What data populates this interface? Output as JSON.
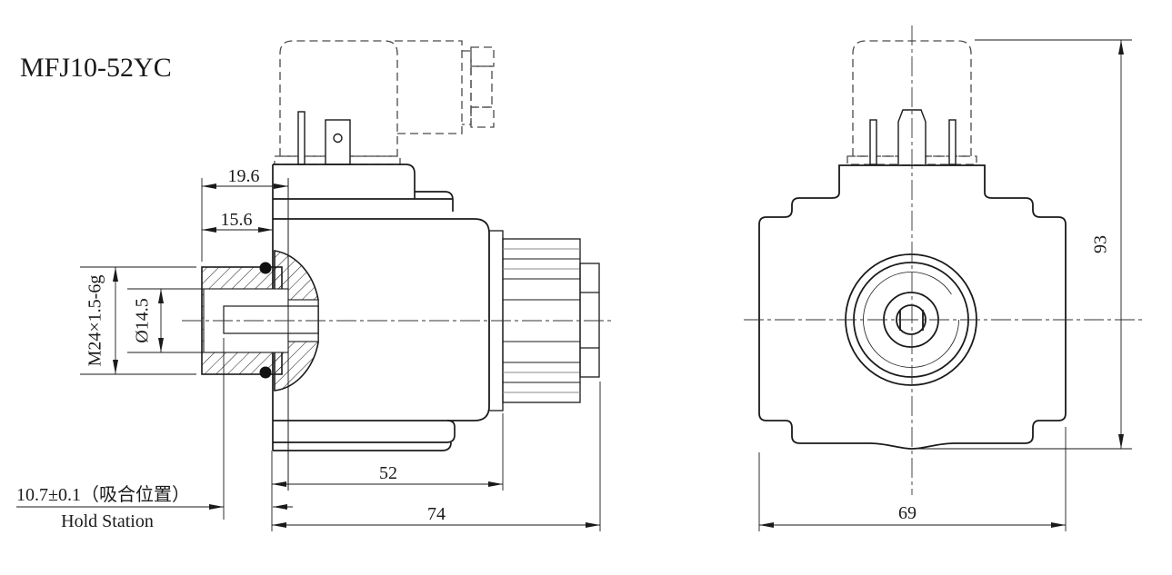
{
  "drawing": {
    "model": "MFJ10-52YC",
    "ink_color": "#1a1a1a",
    "dashed_color": "#4a4a4a",
    "dimensions": {
      "dim_19_6": "19.6",
      "dim_15_6": "15.6",
      "thread_spec": "M24×1.5-6g",
      "bore_diameter": "Ø14.5",
      "hold_position": "10.7±0.1（吸合位置）",
      "hold_station": "Hold Station",
      "dim_52": "52",
      "dim_74": "74",
      "dim_93": "93",
      "dim_69": "69"
    }
  }
}
